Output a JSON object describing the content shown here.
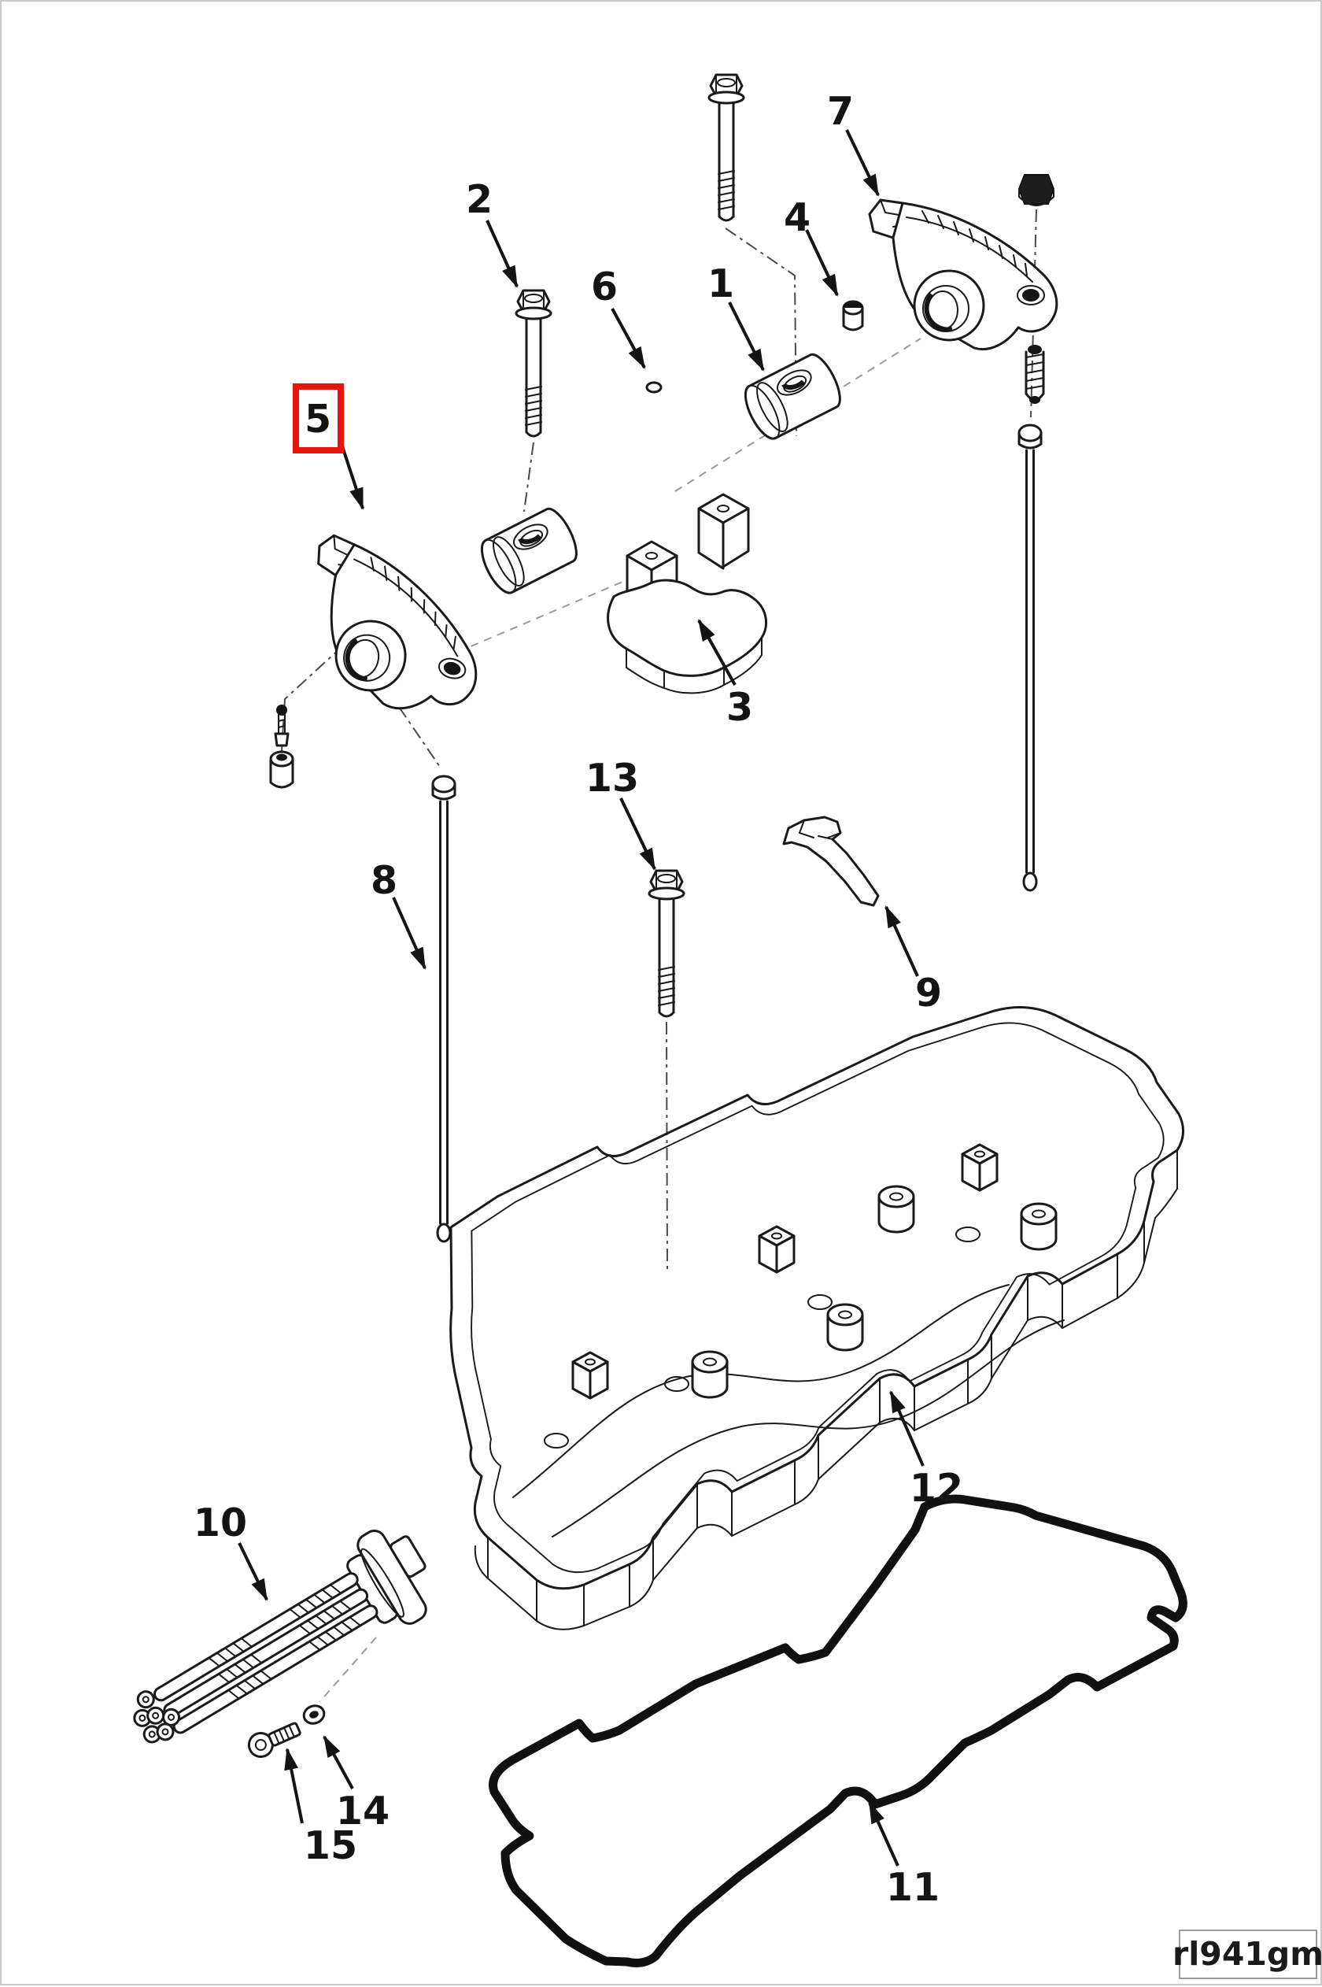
{
  "figure": {
    "reference_code": "rl941gm",
    "highlighted_callout": "5",
    "colors": {
      "line": "#1a1a1a",
      "highlight_red": "#e8140c",
      "background": "#ffffff",
      "page_border": "#c9c9c9"
    },
    "callouts": [
      {
        "n": "1"
      },
      {
        "n": "2"
      },
      {
        "n": "3"
      },
      {
        "n": "4"
      },
      {
        "n": "5"
      },
      {
        "n": "6"
      },
      {
        "n": "7"
      },
      {
        "n": "8"
      },
      {
        "n": "9"
      },
      {
        "n": "10"
      },
      {
        "n": "11"
      },
      {
        "n": "12"
      },
      {
        "n": "13"
      },
      {
        "n": "14"
      },
      {
        "n": "15"
      }
    ]
  }
}
